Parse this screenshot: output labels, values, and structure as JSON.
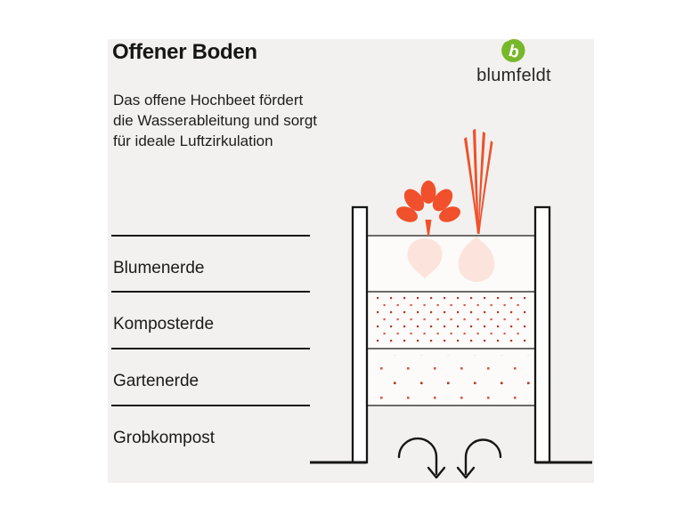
{
  "header": {
    "title": "Offener Boden",
    "subtitle_lines": [
      "Das offene Hochbeet fördert",
      "die Wasserableitung und sorgt",
      "für ideale Luftzirkulation"
    ]
  },
  "brand": {
    "name": "blumfeldt",
    "logo_letter": "b"
  },
  "legend": {
    "layers": [
      {
        "label": "Blumenerde"
      },
      {
        "label": "Komposterde"
      },
      {
        "label": "Gartenerde"
      },
      {
        "label": "Grobkompost"
      }
    ]
  },
  "diagram": {
    "subject": "open-bottom raised bed cross-section",
    "depicted": [
      "beet-plant",
      "spring-onion-plant",
      "beet-root",
      "onion-bulb",
      "drainage-arrows"
    ],
    "airflow_arrow_count": 2
  },
  "colors": {
    "panel_background": "#f2f1ef",
    "accent_orange": "#f0502b",
    "root_tint": "#fce4dc",
    "dot_dark": "#b5382c",
    "dot_light": "#d8584a",
    "logo_green": "#76b82a",
    "ink": "#161616",
    "layer_background": "#fcfbf9",
    "soft_line": "#4a4a4a"
  }
}
